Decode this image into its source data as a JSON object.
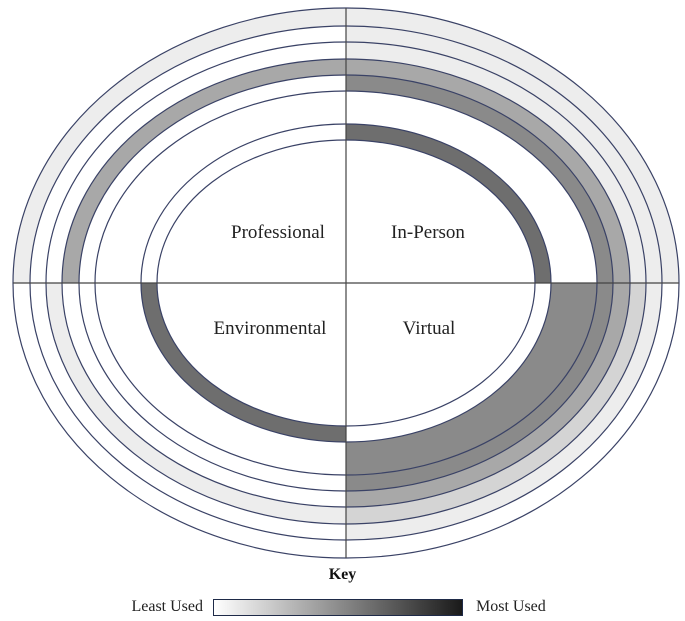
{
  "diagram": {
    "quadrants": {
      "top_left": "Professional",
      "top_right": "In-Person",
      "bottom_left": "Environmental",
      "bottom_right": "Virtual"
    },
    "ring_count": 7,
    "colors": {
      "outline": "#3a4266",
      "axis": "#444444",
      "light": "#ededed",
      "medium_light": "#d4d4d4",
      "medium": "#a8a8a8",
      "medium_dark": "#8a8a8a",
      "dark": "#6e6e6e"
    },
    "shaded_bands": [
      {
        "quadrant": "top_right",
        "ring": 1,
        "shade": "light"
      },
      {
        "quadrant": "top_right",
        "ring": 2,
        "shade": "light"
      },
      {
        "quadrant": "top_right",
        "ring": 3,
        "shade": "light"
      },
      {
        "quadrant": "top_right",
        "ring": 4,
        "shade": "medium"
      },
      {
        "quadrant": "top_right",
        "ring": 5,
        "shade": "medium_dark"
      },
      {
        "quadrant": "top_right",
        "ring": 7,
        "shade": "dark"
      },
      {
        "quadrant": "top_left",
        "ring": 1,
        "shade": "light"
      },
      {
        "quadrant": "top_left",
        "ring": 4,
        "shade": "medium"
      },
      {
        "quadrant": "bottom_right",
        "ring": 2,
        "shade": "light"
      },
      {
        "quadrant": "bottom_right",
        "ring": 3,
        "shade": "medium_light"
      },
      {
        "quadrant": "bottom_right",
        "ring": 4,
        "shade": "medium"
      },
      {
        "quadrant": "bottom_right",
        "ring": 5,
        "shade": "medium_dark"
      },
      {
        "quadrant": "bottom_right",
        "ring": 6,
        "shade": "medium_dark"
      },
      {
        "quadrant": "bottom_left",
        "ring": 3,
        "shade": "light"
      },
      {
        "quadrant": "bottom_left",
        "ring": 7,
        "shade": "dark"
      }
    ]
  },
  "key": {
    "title": "Key",
    "least_label": "Least Used",
    "most_label": "Most Used",
    "gradient_start": "#ffffff",
    "gradient_end": "#1a1a1a"
  }
}
